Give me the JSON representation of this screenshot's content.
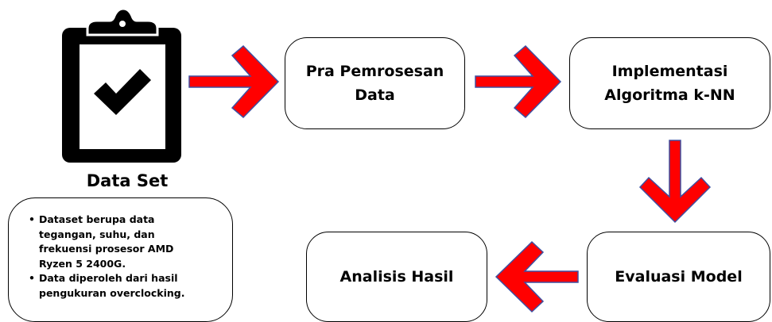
{
  "dataset": {
    "label": "Data Set",
    "icon": "clipboard-check-icon",
    "notes": [
      "Dataset berupa data\ntegangan, suhu, dan\nfrekuensi prosesor AMD\nRyzen 5 2400G.",
      "Data diperoleh dari hasil\npengukuran overclocking."
    ]
  },
  "steps": {
    "pra": "Pra Pemrosesan\nData",
    "impl": "Implementasi\nAlgoritma k-NN",
    "eval": "Evaluasi Model",
    "analisis": "Analisis Hasil"
  },
  "colors": {
    "arrow_fill": "#ff0000",
    "arrow_stroke": "#3f4fa0",
    "icon": "#000000"
  }
}
